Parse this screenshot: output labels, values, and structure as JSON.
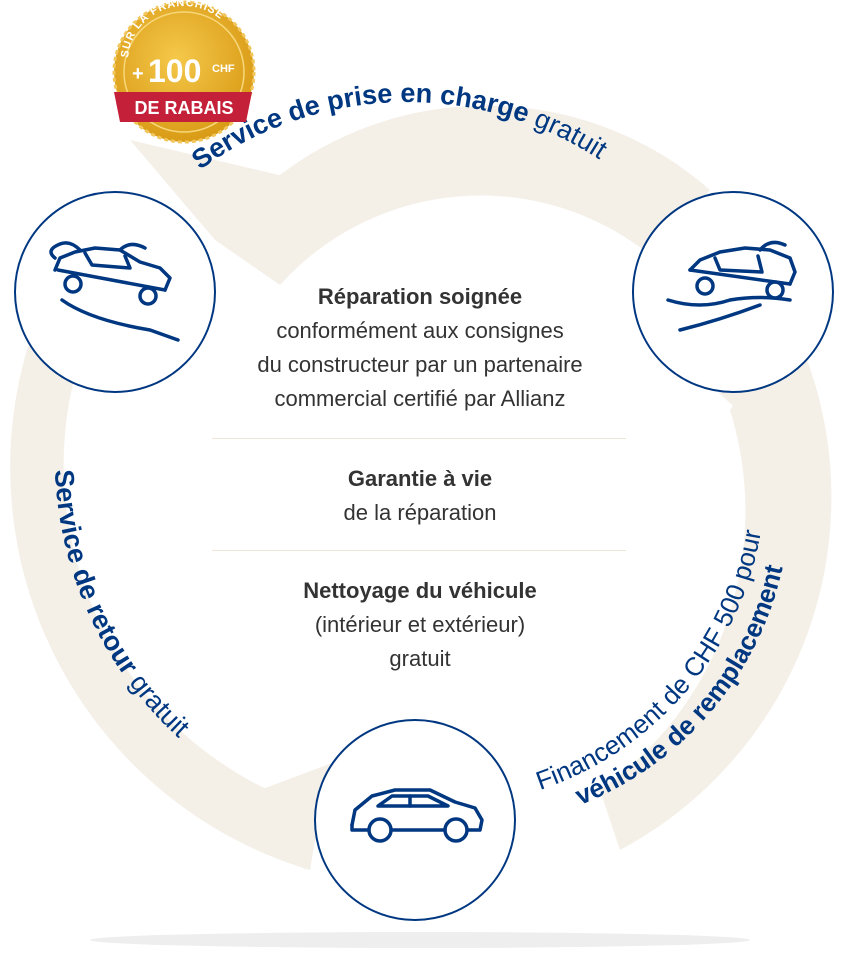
{
  "colors": {
    "ring": "#f4f0e8",
    "navy": "#003781",
    "text": "#333333",
    "badge_gold": "#e3a923",
    "badge_red": "#c4203a"
  },
  "badge": {
    "top_arc": "SUR LA FRANCHISE",
    "plus": "+",
    "amount": "100",
    "currency": "CHF",
    "ribbon": "DE RABAIS"
  },
  "arcs": {
    "top": {
      "bold": "Service de prise en charge",
      "regular": " gratuit"
    },
    "left": {
      "bold": "Service de retour",
      "regular": " gratuit"
    },
    "right_line1": "Financement de CHF 500 pour",
    "right_line2": "véhicule de remplacement"
  },
  "icons": {
    "left": "hand-giving-car-icon",
    "right": "hand-receiving-car-icon",
    "bottom": "car-icon"
  },
  "center": {
    "block1": {
      "title": "Réparation soignée",
      "lines": [
        "conformément aux consignes",
        "du constructeur par un partenaire",
        "commercial certifié par Allianz"
      ]
    },
    "block2": {
      "title": "Garantie à vie",
      "lines": [
        "de la réparation"
      ]
    },
    "block3": {
      "title": "Nettoyage du véhicule",
      "lines": [
        "(intérieur et extérieur)",
        "gratuit"
      ]
    }
  }
}
